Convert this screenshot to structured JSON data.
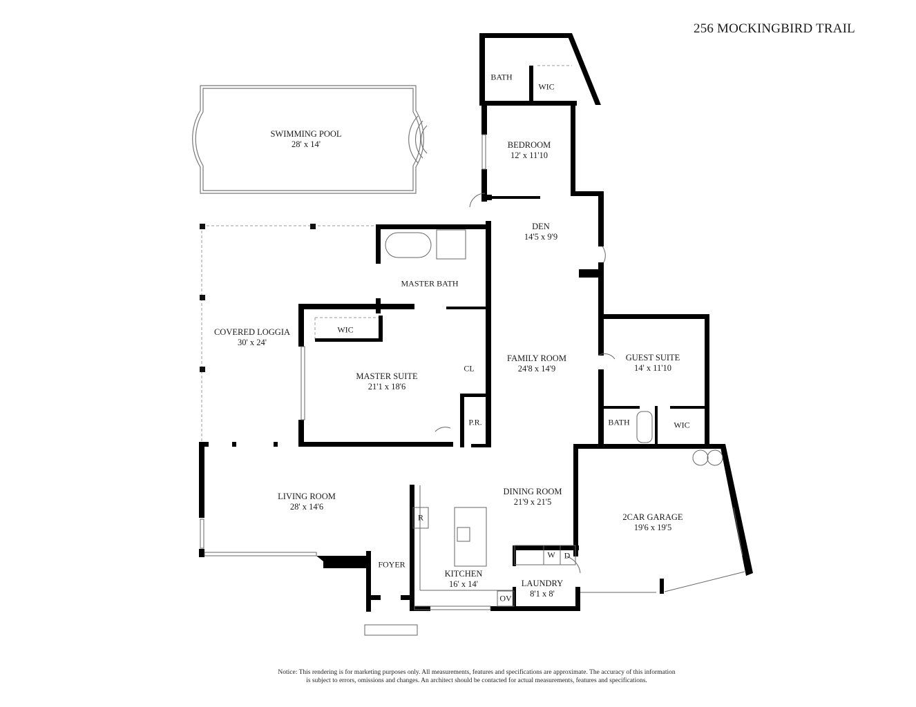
{
  "header": {
    "title": "256 MOCKINGBIRD TRAIL"
  },
  "rooms": {
    "swimming_pool": {
      "name": "SWIMMING POOL",
      "dims": "28' x 14'"
    },
    "bedroom": {
      "name": "BEDROOM",
      "dims": "12' x 11'10"
    },
    "bedroom_bath": {
      "name": "BATH"
    },
    "bedroom_wic": {
      "name": "WIC"
    },
    "den": {
      "name": "DEN",
      "dims": "14'5 x 9'9"
    },
    "master_bath": {
      "name": "MASTER BATH"
    },
    "covered_loggia": {
      "name": "COVERED LOGGIA",
      "dims": "30' x 24'"
    },
    "master_wic": {
      "name": "WIC"
    },
    "master_suite": {
      "name": "MASTER SUITE",
      "dims": "21'1 x 18'6"
    },
    "closet": {
      "name": "CL"
    },
    "powder_room": {
      "name": "P.R."
    },
    "family_room": {
      "name": "FAMILY ROOM",
      "dims": "24'8 x 14'9"
    },
    "guest_suite": {
      "name": "GUEST SUITE",
      "dims": "14' x 11'10"
    },
    "guest_bath": {
      "name": "BATH"
    },
    "guest_wic": {
      "name": "WIC"
    },
    "living_room": {
      "name": "LIVING ROOM",
      "dims": "28' x 14'6"
    },
    "dining_room": {
      "name": "DINING ROOM",
      "dims": "21'9 x 21'5"
    },
    "garage": {
      "name": "2CAR GARAGE",
      "dims": "19'6 x 19'5"
    },
    "kitchen": {
      "name": "KITCHEN",
      "dims": "16' x 14'"
    },
    "laundry": {
      "name": "LAUNDRY",
      "dims": "8'1 x 8'"
    },
    "foyer": {
      "name": "FOYER"
    }
  },
  "fixtures": {
    "refrigerator": "R",
    "washer": "W",
    "dryer": "D",
    "oven": "OV"
  },
  "footer": {
    "notice_line1": "Notice: This rendering is for marketing purposes only. All measurements, features and specifications are approximate. The accuracy of this information",
    "notice_line2": "is subject to errors, omissions and changes. An architect should be contacted for actual measurements, features and specifications."
  }
}
